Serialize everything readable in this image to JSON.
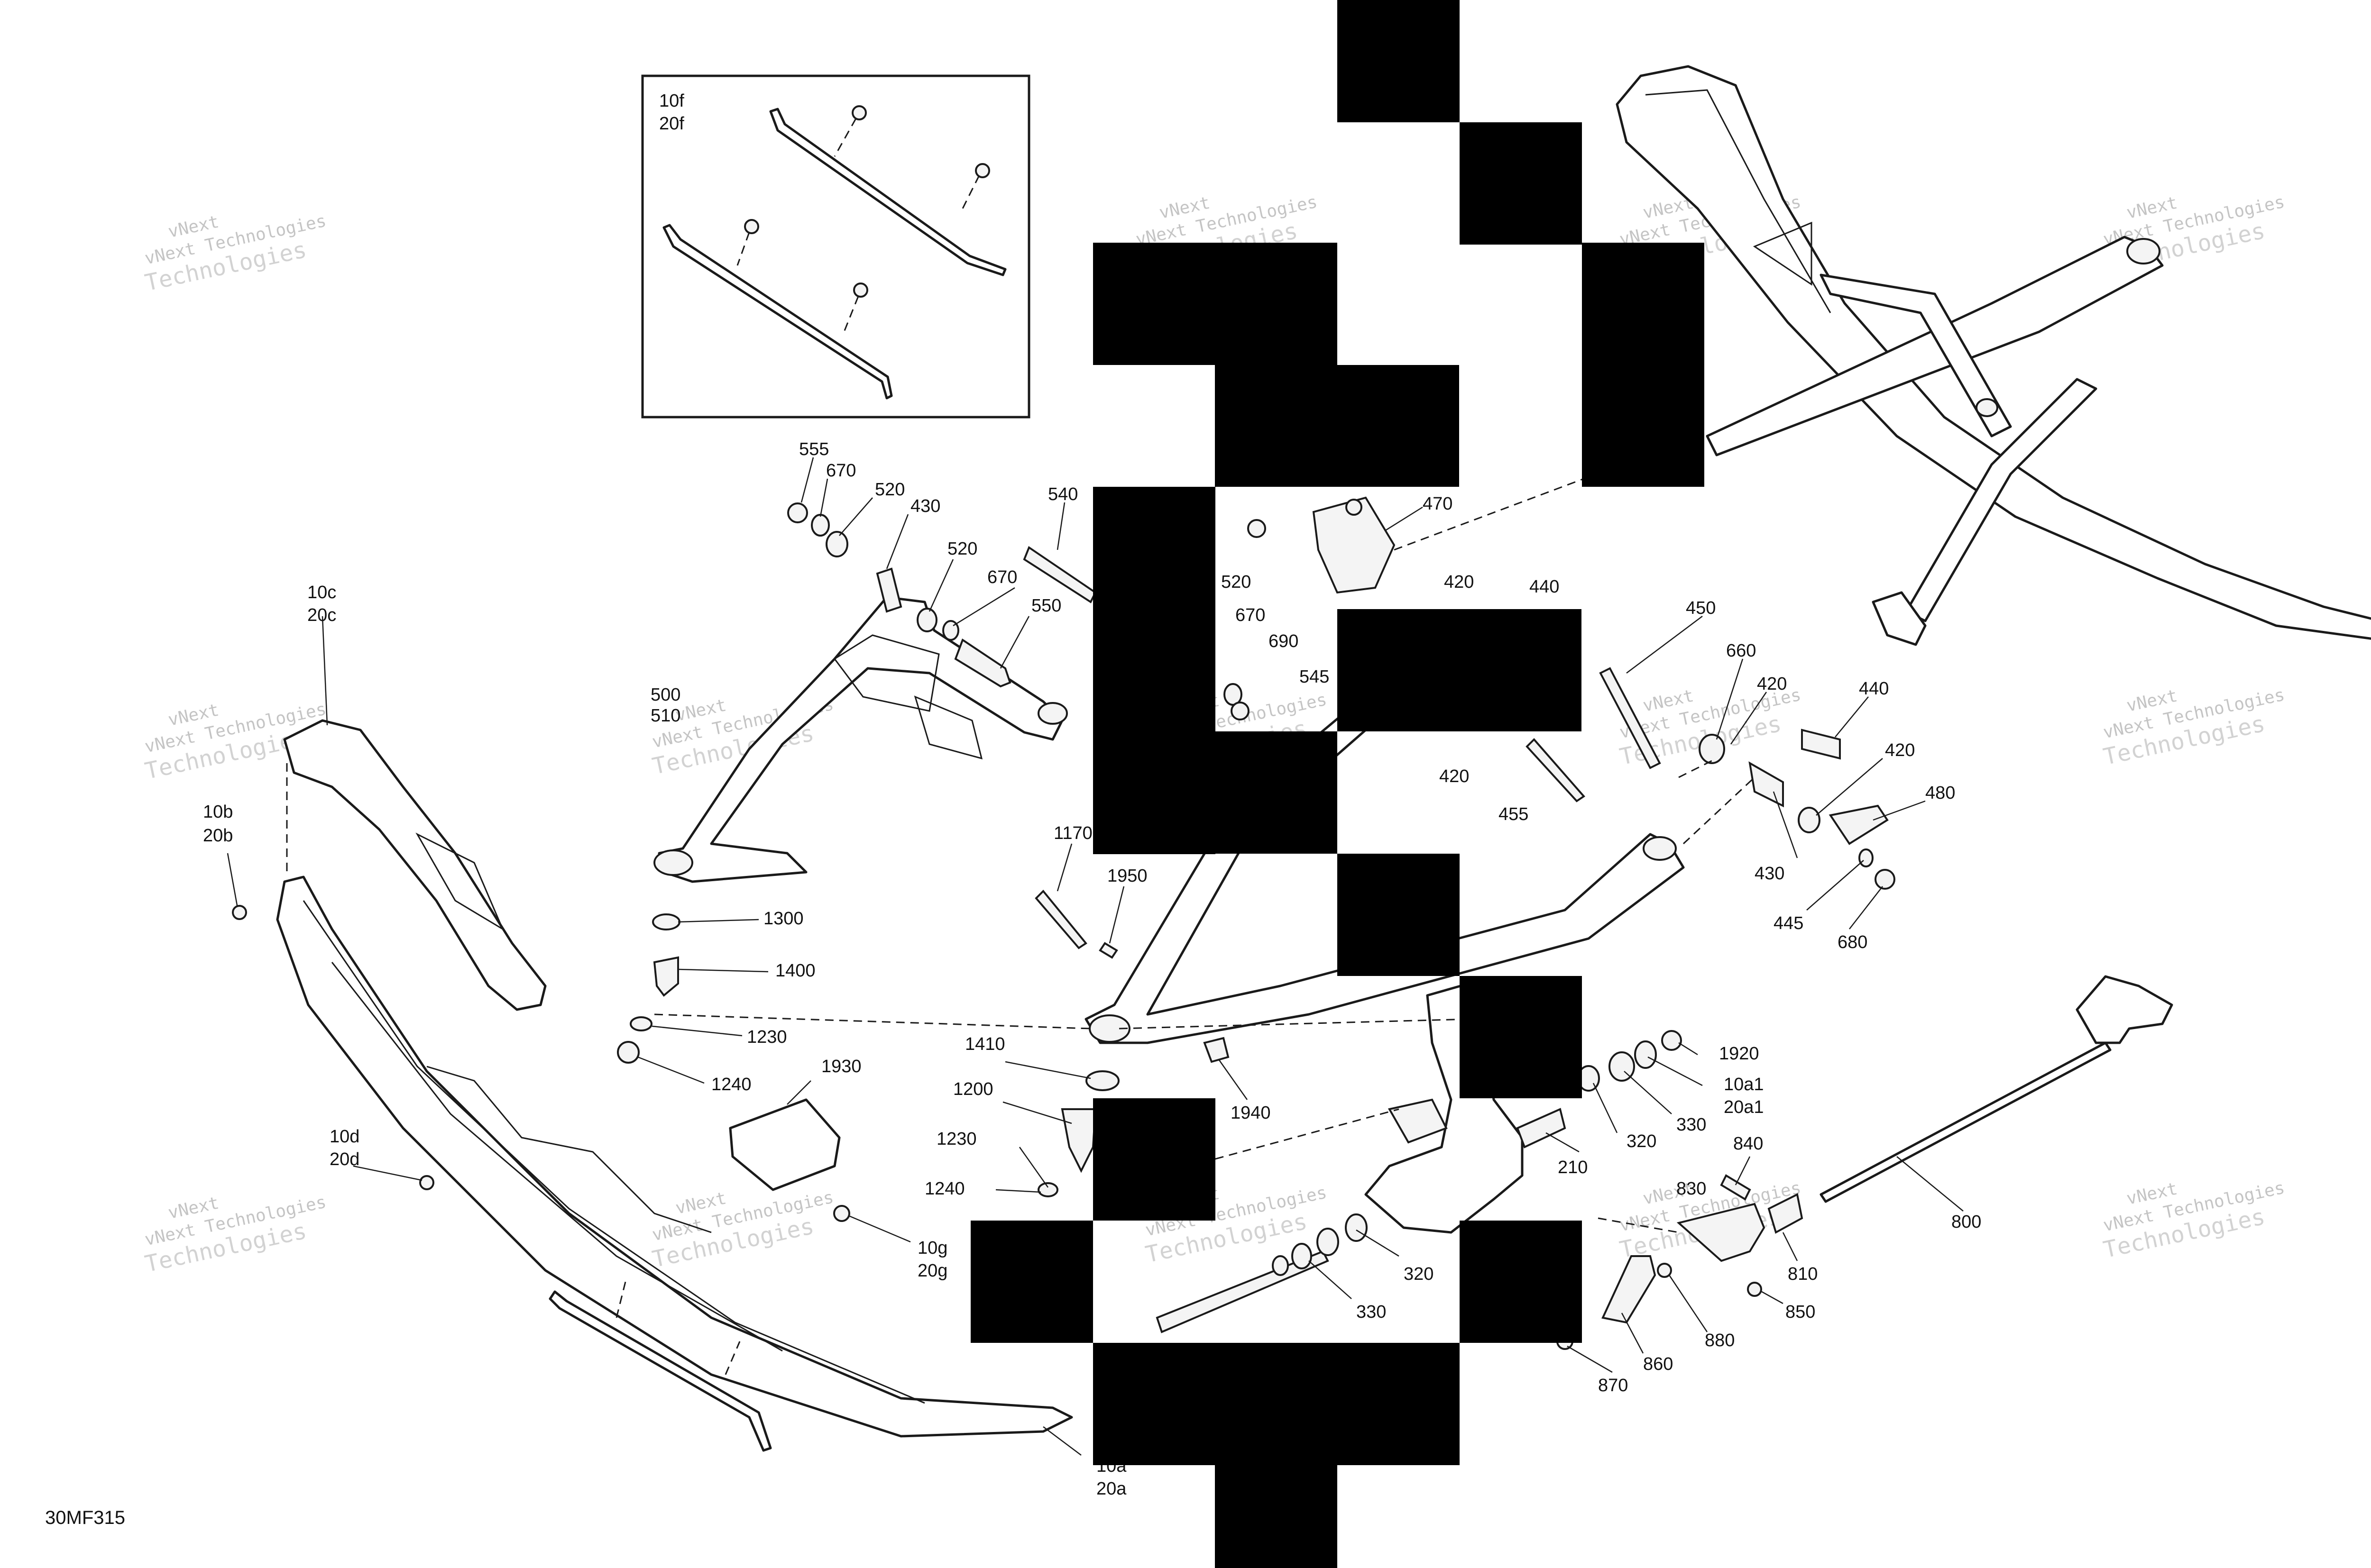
{
  "drawing_code": "30MF315",
  "watermark": {
    "line1": "vNext Technologies",
    "line2": "vNext",
    "line3": "Technologies"
  },
  "inset": {
    "label_line1": "10f",
    "label_line2": "20f"
  },
  "callouts": {
    "c555": "555",
    "c670a": "670",
    "c520a": "520",
    "c430a": "430",
    "c520b": "520",
    "c670b": "670",
    "c540": "540",
    "c550": "550",
    "c520c": "520",
    "c670c": "670",
    "c690": "690",
    "c545": "545",
    "c470": "470",
    "c420a": "420",
    "c440a": "440",
    "c450": "450",
    "c660": "660",
    "c420b": "420",
    "c440b": "440",
    "c420c": "420",
    "c480": "480",
    "c420d": "420",
    "c455": "455",
    "c430b": "430",
    "c445": "445",
    "c680": "680",
    "c10c": "10c",
    "c20c": "20c",
    "c500": "500",
    "c510": "510",
    "c10b": "10b",
    "c20b": "20b",
    "c1300": "1300",
    "c1400": "1400",
    "c1230a": "1230",
    "c1240a": "1240",
    "c1170": "1170",
    "c1950": "1950",
    "c1930": "1930",
    "c1410": "1410",
    "c1200": "1200",
    "c1230b": "1230",
    "c1240b": "1240",
    "c1940": "1940",
    "c10d": "10d",
    "c20d": "20d",
    "c10g": "10g",
    "c20g": "20g",
    "c10a": "10a",
    "c20a": "20a",
    "c1920": "1920",
    "c10a1": "10a1",
    "c20a1": "20a1",
    "c320a": "320",
    "c330a": "330",
    "c210": "210",
    "c320b": "320",
    "c330b": "330",
    "c840": "840",
    "c830": "830",
    "c810": "810",
    "c800": "800",
    "c850": "850",
    "c880": "880",
    "c860": "860",
    "c870": "870"
  }
}
